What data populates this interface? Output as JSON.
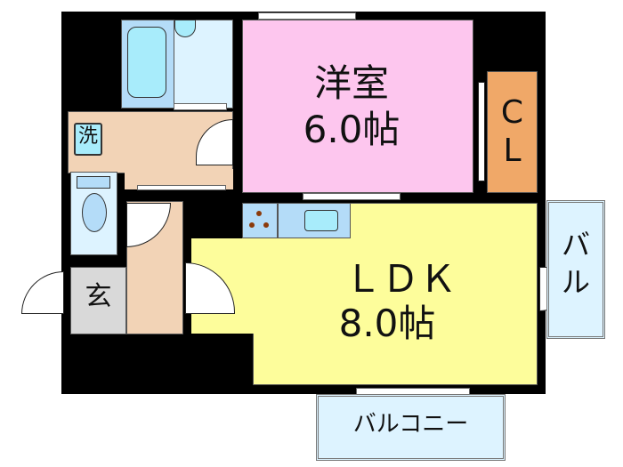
{
  "rooms": {
    "western_room": {
      "name": "洋室",
      "size": "6.0帖"
    },
    "closet": {
      "name": "C\nL"
    },
    "ldk": {
      "name": "ＬＤＫ",
      "size": "8.0帖"
    },
    "washroom": {
      "name": "洗"
    },
    "entrance": {
      "name": "玄"
    },
    "side_balcony": {
      "name": "バ\nル"
    },
    "balcony": {
      "name": "バルコニー"
    }
  },
  "colors": {
    "wall": "#000000",
    "western_room": "#fdc6ee",
    "closet": "#f0a868",
    "ldk": "#fdfd9b",
    "wet_area": "#ddf3ff",
    "fixture": "#a8ecfb",
    "hallway": "#f2d3b6",
    "entrance": "#d9d9d9"
  }
}
